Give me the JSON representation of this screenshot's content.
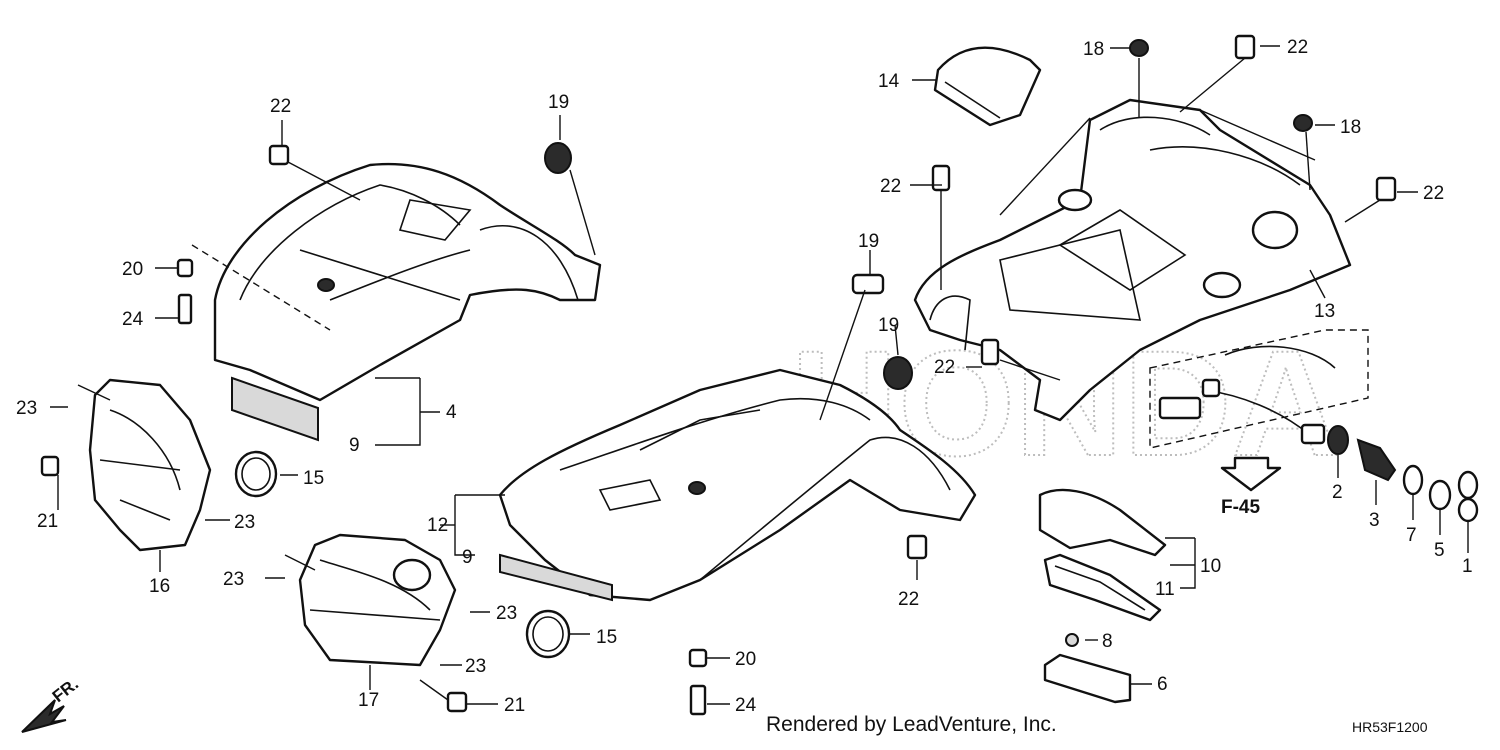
{
  "watermark": "HONDA",
  "callouts": {
    "p1": "1",
    "p2": "2",
    "p3": "3",
    "p4": "4",
    "p5": "5",
    "p6": "6",
    "p7": "7",
    "p8": "8",
    "p9a": "9",
    "p9b": "9",
    "p10": "10",
    "p11": "11",
    "p12": "12",
    "p13": "13",
    "p14": "14",
    "p15a": "15",
    "p15b": "15",
    "p16": "16",
    "p17": "17",
    "p18a": "18",
    "p18b": "18",
    "p19a": "19",
    "p19b": "19",
    "p19c": "19",
    "p20a": "20",
    "p20b": "20",
    "p21a": "21",
    "p21b": "21",
    "p22a": "22",
    "p22b": "22",
    "p22c": "22",
    "p22d": "22",
    "p22e": "22",
    "p22f": "22",
    "p23a": "23",
    "p23b": "23",
    "p23c": "23",
    "p23d": "23",
    "p23e": "23",
    "p24a": "24",
    "p24b": "24"
  },
  "reference": "F-45",
  "front_marker": "FR.",
  "credit": "Rendered by LeadVenture, Inc.",
  "diagram_code": "HR53F1200"
}
